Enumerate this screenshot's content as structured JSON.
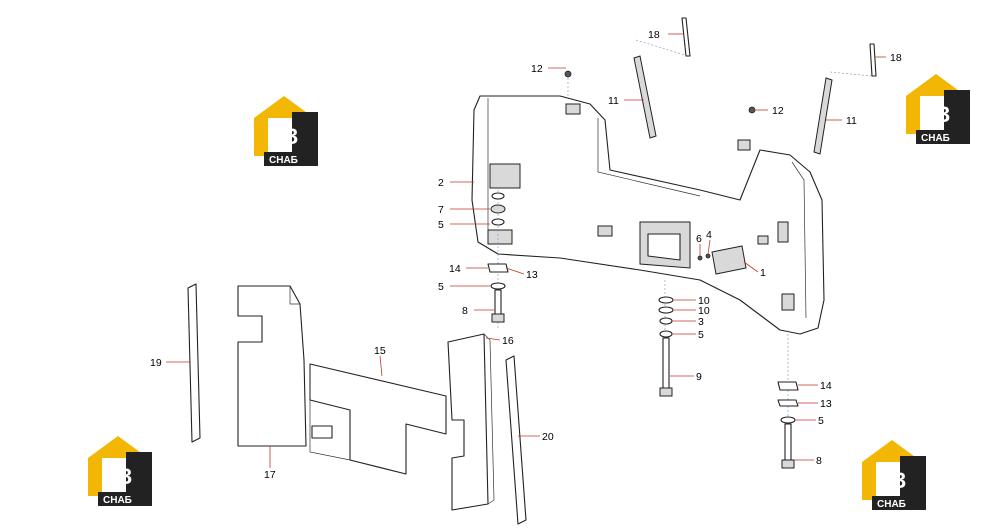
{
  "logo": {
    "mark": "Н3",
    "word": "СНАБ",
    "colors": {
      "roof": "#f2b705",
      "dark": "#222222",
      "text": "#ffffff"
    }
  },
  "callouts": {
    "c1": "1",
    "c2": "2",
    "c3": "3",
    "c4": "4",
    "c5a": "5",
    "c5b": "5",
    "c5c": "5",
    "c5d": "5",
    "c6": "6",
    "c7": "7",
    "c8a": "8",
    "c8b": "8",
    "c9": "9",
    "c10a": "10",
    "c10b": "10",
    "c11a": "11",
    "c11b": "11",
    "c12a": "12",
    "c12b": "12",
    "c13a": "13",
    "c13b": "13",
    "c14a": "14",
    "c14b": "14",
    "c15": "15",
    "c16": "16",
    "c17": "17",
    "c18a": "18",
    "c18b": "18",
    "c19": "19",
    "c20": "20"
  }
}
